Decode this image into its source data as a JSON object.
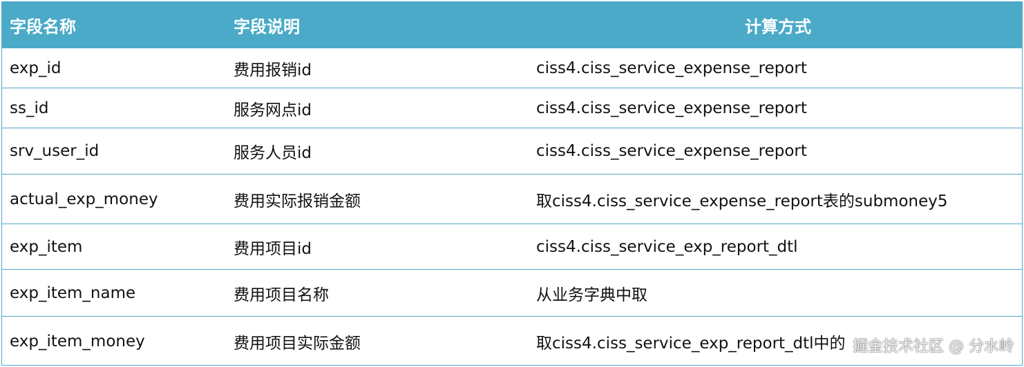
{
  "header": {
    "col1": "字段名称",
    "col2": "字段说明",
    "col3": "计算方式"
  },
  "rows": [
    {
      "name": "exp_id",
      "desc": "费用报销id",
      "calc": "ciss4.ciss_service_expense_report"
    },
    {
      "name": "ss_id",
      "desc": "服务网点id",
      "calc": "ciss4.ciss_service_expense_report"
    },
    {
      "name": "srv_user_id",
      "desc": "服务人员id",
      "calc": "ciss4.ciss_service_expense_report"
    },
    {
      "name": "actual_exp_money",
      "desc": "费用实际报销金额",
      "calc": "取ciss4.ciss_service_expense_report表的submoney5"
    },
    {
      "name": "exp_item",
      "desc": "费用项目id",
      "calc": "ciss4.ciss_service_exp_report_dtl"
    },
    {
      "name": "exp_item_name",
      "desc": "费用项目名称",
      "calc": "从业务字典中取"
    },
    {
      "name": "exp_item_money",
      "desc": "费用项目实际金额",
      "calc": "取ciss4.ciss_service_exp_report_dtl中的"
    }
  ],
  "watermark": "掘金技术社区 @ 分水岭",
  "colors": {
    "header_bg": "#4aaac8",
    "border": "#4ea9c6",
    "header_text": "#ffffff",
    "body_text": "#111111"
  }
}
